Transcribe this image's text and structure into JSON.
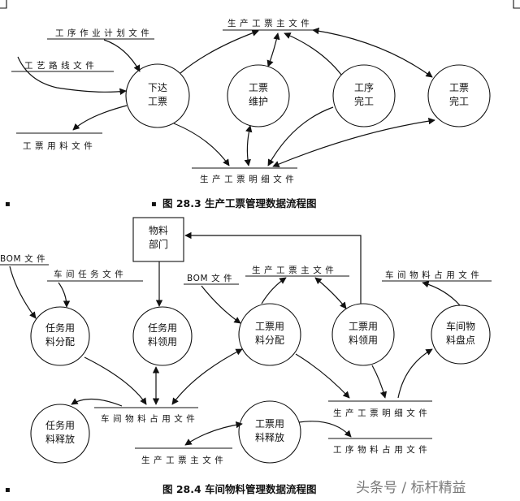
{
  "fig1": {
    "caption": "图 28.3 生产工票管理数据流程图",
    "stores": {
      "plan": "工 序 作 业 计 划 文 件",
      "route": "工 艺 路 线 文 件",
      "main": "生 产 工 票 主 文 件",
      "usage": "工 票 用 料  文 件",
      "detail": "生 产 工 票 明 细 文 件"
    },
    "processes": {
      "issue": [
        "下达",
        "工票"
      ],
      "maintain": [
        "工票",
        "维护"
      ],
      "step_done": [
        "工序",
        "完工"
      ],
      "ticket_done": [
        "工票",
        "完工"
      ]
    }
  },
  "fig2": {
    "caption": "图 28.4 车间物料管理数据流程图",
    "entity": [
      "物料",
      "部门"
    ],
    "stores": {
      "bom1": "BOM 文 件",
      "task": "车 间 任 务 文 件",
      "bom2": "BOM 文 件",
      "main": "生 产 工 票 主 文 件",
      "occupy": "车 间 物 料 占 用 文 件",
      "shop_use": "车 间 物 料 占 用 文 件",
      "detail": "生 产 工 票 明 细 文 件",
      "main2": "生 产 工 票 主 文 件",
      "proc_use": "工 序 物 料 占 用 文 件"
    },
    "processes": {
      "task_alloc": [
        "任务用",
        "料分配"
      ],
      "task_pick": [
        "任务用",
        "料领用"
      ],
      "ticket_alloc": [
        "工票用",
        "料分配"
      ],
      "ticket_pick": [
        "工票用",
        "料领用"
      ],
      "inventory": [
        "车间物",
        "料盘点"
      ],
      "task_release": [
        "任务用",
        "料释放"
      ],
      "ticket_release": [
        "工票用",
        "料释放"
      ]
    }
  },
  "watermark": "头条号 / 标杆精益"
}
